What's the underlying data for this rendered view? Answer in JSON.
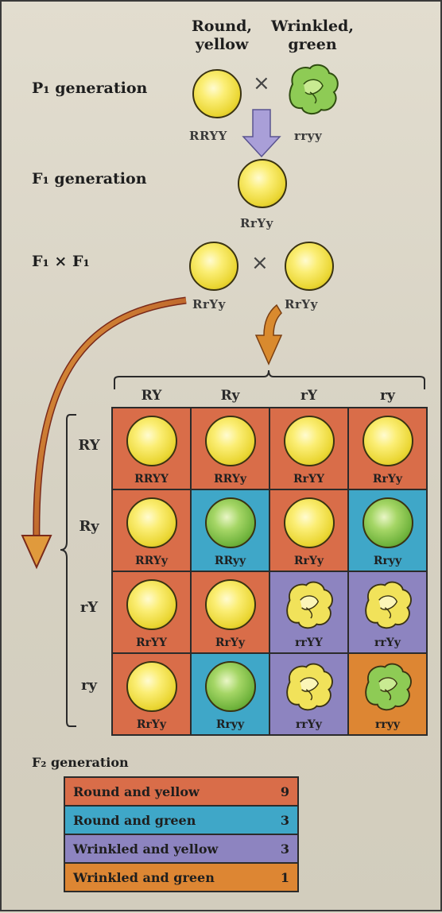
{
  "parents": {
    "round_yellow_label": "Round,\nyellow",
    "wrinkled_green_label": "Wrinkled,\ngreen"
  },
  "generations": {
    "p1": "P₁ generation",
    "f1": "F₁ generation",
    "f1xf1": "F₁ × F₁",
    "f2": "F₂ generation"
  },
  "genotypes": {
    "p1_left": "RRYY",
    "p1_right": "rryy",
    "f1": "RrYy",
    "f1xf1_left": "RrYy",
    "f1xf1_right": "RrYy"
  },
  "cross_symbol": "×",
  "gametes": {
    "columns": [
      "RY",
      "Ry",
      "rY",
      "ry"
    ],
    "rows": [
      "RY",
      "Ry",
      "rY",
      "ry"
    ]
  },
  "punnett": [
    [
      {
        "g": "RRYY",
        "ph": "ry"
      },
      {
        "g": "RRYy",
        "ph": "ry"
      },
      {
        "g": "RrYY",
        "ph": "ry"
      },
      {
        "g": "RrYy",
        "ph": "ry"
      }
    ],
    [
      {
        "g": "RRYy",
        "ph": "ry"
      },
      {
        "g": "RRyy",
        "ph": "rg"
      },
      {
        "g": "RrYy",
        "ph": "ry"
      },
      {
        "g": "Rryy",
        "ph": "rg"
      }
    ],
    [
      {
        "g": "RrYY",
        "ph": "ry"
      },
      {
        "g": "RrYy",
        "ph": "ry"
      },
      {
        "g": "rrYY",
        "ph": "wy"
      },
      {
        "g": "rrYy",
        "ph": "wy"
      }
    ],
    [
      {
        "g": "RrYy",
        "ph": "ry"
      },
      {
        "g": "Rryy",
        "ph": "rg"
      },
      {
        "g": "rrYy",
        "ph": "wy"
      },
      {
        "g": "rryy",
        "ph": "wg"
      }
    ]
  ],
  "legend": [
    {
      "label": "Round and yellow",
      "count": "9",
      "key": "ry"
    },
    {
      "label": "Round and green",
      "count": "3",
      "key": "rg"
    },
    {
      "label": "Wrinkled and yellow",
      "count": "3",
      "key": "wy"
    },
    {
      "label": "Wrinkled and green",
      "count": "1",
      "key": "wg"
    }
  ],
  "colors": {
    "round_yellow": "#d96d49",
    "round_green": "#3fa7c8",
    "wrinkled_yellow": "#8d84c0",
    "wrinkled_green": "#dd8633",
    "arrow_fill": "#a99fd8",
    "curve_arrow": "#c9721f"
  }
}
